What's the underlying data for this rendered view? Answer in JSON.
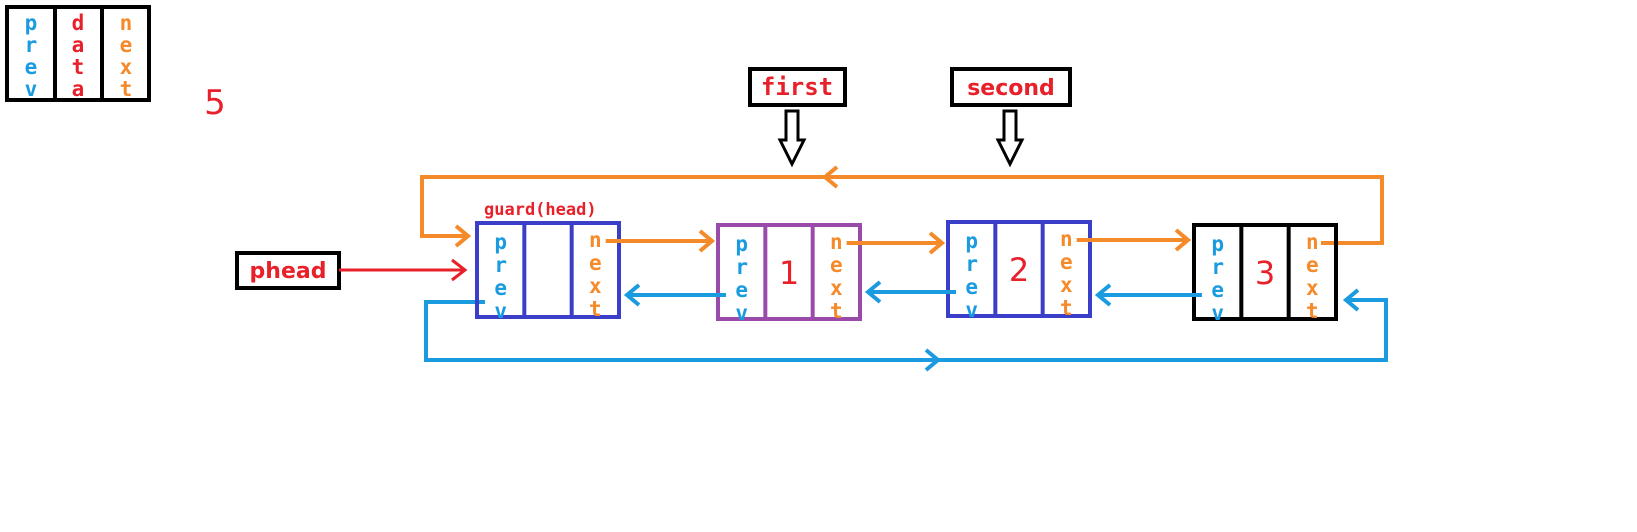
{
  "legend": {
    "prev": "prev",
    "data": "data",
    "next": "next"
  },
  "count": "5",
  "pointers": {
    "first": "first",
    "second": "second",
    "phead": "phead"
  },
  "guard_label": "guard(head)",
  "nodes": [
    {
      "data": "",
      "prev": "prev",
      "next": "next"
    },
    {
      "data": "1",
      "prev": "prev",
      "next": "next"
    },
    {
      "data": "2",
      "prev": "prev",
      "next": "next"
    },
    {
      "data": "3",
      "prev": "prev",
      "next": "next"
    }
  ],
  "colors": {
    "prev": "#1a9be0",
    "data": "#e8202a",
    "next": "#f58a2a",
    "node_border_blue": "#3a3ec8",
    "node_border_purple": "#9a4aa8",
    "node_border_black": "#000000",
    "arrow_red": "#e8202a",
    "arrow_orange": "#f58a2a",
    "arrow_blue": "#1a9be0"
  }
}
